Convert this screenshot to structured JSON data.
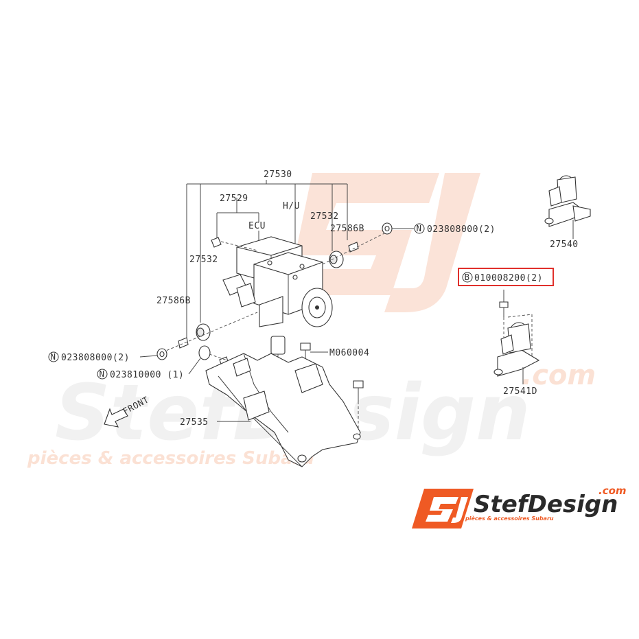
{
  "colors": {
    "highlight_box": "#e0302b",
    "logo_orange": "#ef5a24",
    "logo_dark": "#2a2a2a",
    "watermark_grey": "#f1f1f1",
    "watermark_orange": "#fbe1d4"
  },
  "watermark": {
    "wordmark": "StefDesign",
    "dotcom": ".com",
    "tagline": "pièces & accessoires Subaru"
  },
  "logo": {
    "wordmark": "StefDesign",
    "dotcom": ".com",
    "tagline": "pièces & accessoires Subaru"
  },
  "labels": {
    "assembly": "27530",
    "ecu_part": "27529",
    "hu": "H/U",
    "ecu": "ECU",
    "bushing_top_right": "27532",
    "bushing_left": "27532",
    "stud_top_right": "27586B",
    "stud_left": "27586B",
    "nut_top_right": "023808000(2)",
    "nut_left": "023808000(2)",
    "nut_lower_left": "023810000 (1)",
    "bolt_center": "M060004",
    "bracket": "27535",
    "front": "FRONT",
    "sensor_top": "27540",
    "sensor_lower": "27541D",
    "highlight_bolt": "010008200(2)",
    "n_marker": "N",
    "b_marker": "B"
  }
}
